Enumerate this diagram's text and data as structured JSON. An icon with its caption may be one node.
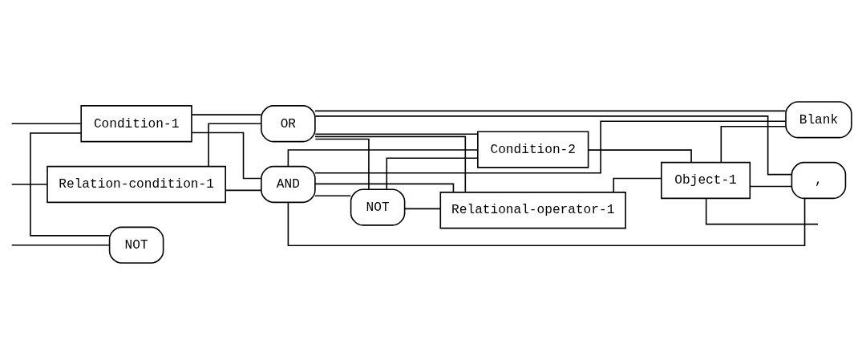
{
  "diagram": {
    "nodes": [
      {
        "text": [
          "Relation-condition-1"
        ]
      },
      {
        "text": [
          "Condition-1"
        ]
      },
      {
        "text": [
          "NOT"
        ]
      },
      {
        "text": [
          "AND"
        ]
      },
      {
        "text": [
          "OR"
        ]
      },
      {
        "text": [
          "NOT"
        ]
      },
      {
        "text": [
          "Condition-2"
        ]
      },
      {
        "text": [
          "Relational-operator-1"
        ]
      },
      {
        "text": [
          "Object-1"
        ]
      },
      {
        "text": [
          "Blank"
        ]
      },
      {
        "text": [
          ","
        ]
      }
    ],
    "edges": [
      {
        "from": null,
        "to": 0,
        "arrow": "none"
      },
      {
        "from": null,
        "to": 1,
        "arrow": "none"
      },
      {
        "from": null,
        "to": 2,
        "arrow": "none"
      },
      {
        "from": 2,
        "to": 1,
        "arrow": "none"
      },
      {
        "from": 0,
        "to": 3,
        "arrow": "none"
      },
      {
        "from": 0,
        "to": 4,
        "arrow": "none"
      },
      {
        "from": 1,
        "to": 3,
        "arrow": "none"
      },
      {
        "from": 1,
        "to": 4,
        "arrow": "none"
      },
      {
        "from": 3,
        "to": 5,
        "arrow": "none"
      },
      {
        "from": 3,
        "to": 6,
        "arrow": "none"
      },
      {
        "from": 3,
        "to": 7,
        "arrow": "none"
      },
      {
        "from": 4,
        "to": 5,
        "arrow": "none"
      },
      {
        "from": 4,
        "to": 6,
        "arrow": "none"
      },
      {
        "from": 4,
        "to": 7,
        "arrow": "none"
      },
      {
        "from": 5,
        "to": 6,
        "arrow": "none"
      },
      {
        "from": 5,
        "to": 7,
        "arrow": "none"
      },
      {
        "from": 6,
        "to": 8,
        "arrow": "none"
      },
      {
        "from": 7,
        "to": 8,
        "arrow": "none"
      },
      {
        "from": 8,
        "to": null,
        "arrow": "none"
      },
      {
        "from": 8,
        "to": 9,
        "arrow": "none"
      },
      {
        "from": 8,
        "to": 10,
        "arrow": "none"
      },
      {
        "from": 9,
        "to": 3,
        "arrow": "none"
      },
      {
        "from": 9,
        "to": 4,
        "arrow": "none"
      },
      {
        "from": 10,
        "to": 3,
        "arrow": "none"
      },
      {
        "from": 10,
        "to": 4,
        "arrow": "none"
      }
    ]
  }
}
